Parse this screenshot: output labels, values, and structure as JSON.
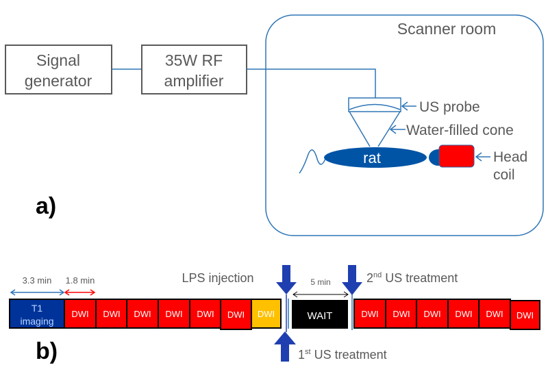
{
  "panel_a": {
    "label": "a)",
    "signal_generator": [
      "Signal",
      "generator"
    ],
    "amplifier": [
      "35W RF",
      "amplifier"
    ],
    "scanner_room": "Scanner room",
    "us_probe": "US probe",
    "cone": "Water-filled cone",
    "rat": "rat",
    "head_coil": [
      "Head",
      "coil"
    ]
  },
  "panel_b": {
    "label": "b)",
    "t1_duration": "3.3 min",
    "dwi_duration": "1.8 min",
    "lps": "LPS injection",
    "wait_duration": "5 min",
    "t1": [
      "T1",
      "imaging"
    ],
    "dwi": "DWI",
    "wait": "WAIT",
    "first_us": {
      "num": "1",
      "sup": "st",
      "rest": " US treatment"
    },
    "second_us": {
      "num": "2",
      "sup": "nd",
      "rest": " US treatment"
    }
  },
  "colors": {
    "blue": "#00339a",
    "red": "#ff0000",
    "orange": "#ffc000",
    "line": "#2e75b6",
    "arrow": "#1f3fb0"
  }
}
